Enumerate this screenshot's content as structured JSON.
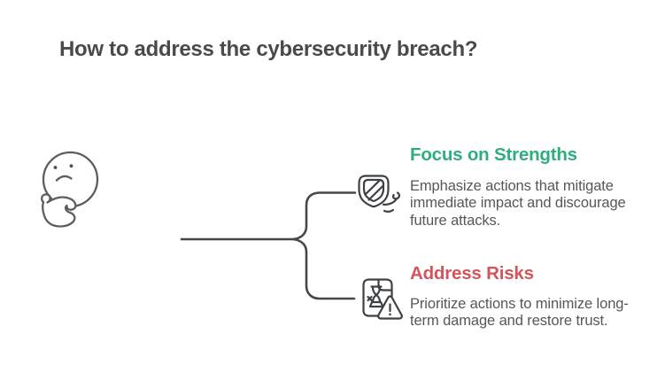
{
  "title": "How to address the cybersecurity breach?",
  "colors": {
    "background": "#ffffff",
    "title-color": "#4a4a4b",
    "body-color": "#56575a",
    "accent-green": "#2fae7d",
    "accent-red": "#d5535b",
    "line-color": "#46474b",
    "icon-color": "#3d4044",
    "doodle-color": "#5a5d61"
  },
  "illustration": {
    "name": "thinking-person-doodle"
  },
  "connector": {
    "name": "two-branch-split-line"
  },
  "branches": [
    {
      "heading": "Focus on Strengths",
      "icon": "shield-hatched-swoosh-icon",
      "body": "Emphasize actions that mitigate\nimmediate impact and discourage\nfuture attacks."
    },
    {
      "heading": "Address Risks",
      "icon": "document-hourglass-warning-icon",
      "body": "Prioritize actions to minimize long-\nterm damage and restore trust."
    }
  ]
}
